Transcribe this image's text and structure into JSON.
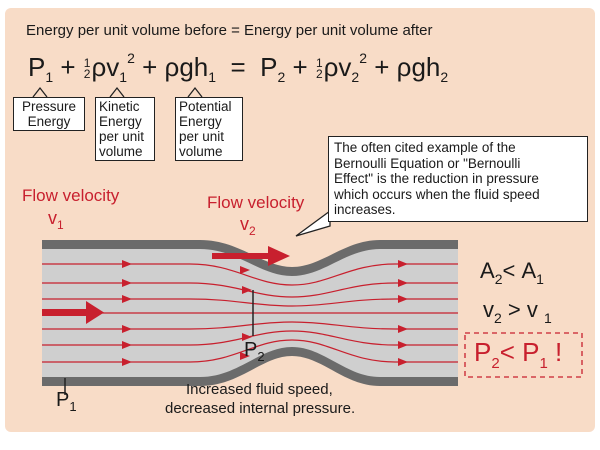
{
  "heading": "Energy per unit volume before = Energy per unit volume after",
  "equation": {
    "P": "P",
    "plus": "+",
    "equals": "=",
    "s1": "1",
    "s2": "2",
    "half_num": "1",
    "half_den": "2",
    "rho_v": "ρv",
    "sq": "2",
    "rho_gh": "ρgh"
  },
  "boxes": {
    "pressure": [
      "Pressure",
      "Energy"
    ],
    "kinetic": [
      "Kinetic",
      "Energy",
      "per unit",
      "volume"
    ],
    "potential": [
      "Potential",
      "Energy",
      "per unit",
      "volume"
    ]
  },
  "callout": [
    "The often cited example of the",
    "Bernoulli Equation or \"Bernoulli",
    "Effect\" is the reduction in pressure",
    "which occurs when the fluid speed",
    "increases."
  ],
  "flow1": {
    "label": "Flow velocity",
    "v": "v",
    "sub": "1"
  },
  "flow2": {
    "label": "Flow velocity",
    "v": "v",
    "sub": "2"
  },
  "relations": {
    "area": {
      "lhs": "A",
      "lsub": "2",
      "op": "<",
      "rhs": "A",
      "rsub": "1"
    },
    "velocity": {
      "lhs": "v",
      "lsub": "2",
      "op": ">",
      "rhs": "v",
      "rsub": "1"
    },
    "pressure": {
      "lhs": "P",
      "lsub": "2",
      "op": "<",
      "rhs": "P",
      "rsub": "1",
      "bang": "!"
    }
  },
  "pipe_labels": {
    "p1": {
      "P": "P",
      "sub": "1"
    },
    "p2": {
      "P": "P",
      "sub": "2"
    }
  },
  "caption": [
    "Increased fluid speed,",
    "decreased internal pressure."
  ],
  "colors": {
    "background": "#f8dcc7",
    "accent_red": "#c8202e",
    "pipe_wall": "#6b6b6b",
    "fluid": "#cfcfcf"
  }
}
